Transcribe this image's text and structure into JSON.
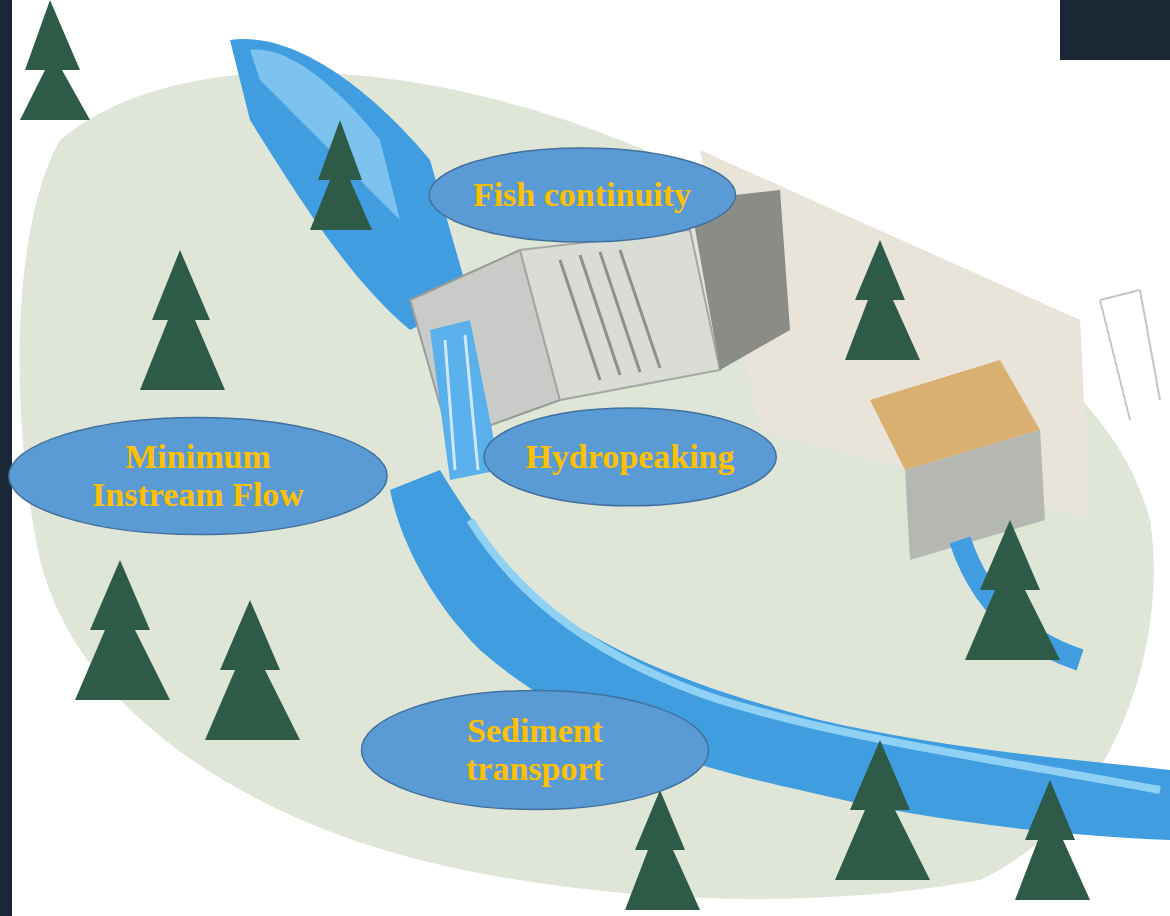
{
  "diagram": {
    "nodes": [
      {
        "text": [
          "Fish continuity"
        ]
      },
      {
        "text": [
          "Minimum Instream Flow"
        ]
      },
      {
        "text": [
          "Hydropeaking"
        ]
      },
      {
        "text": [
          "Sediment transport"
        ]
      }
    ]
  }
}
